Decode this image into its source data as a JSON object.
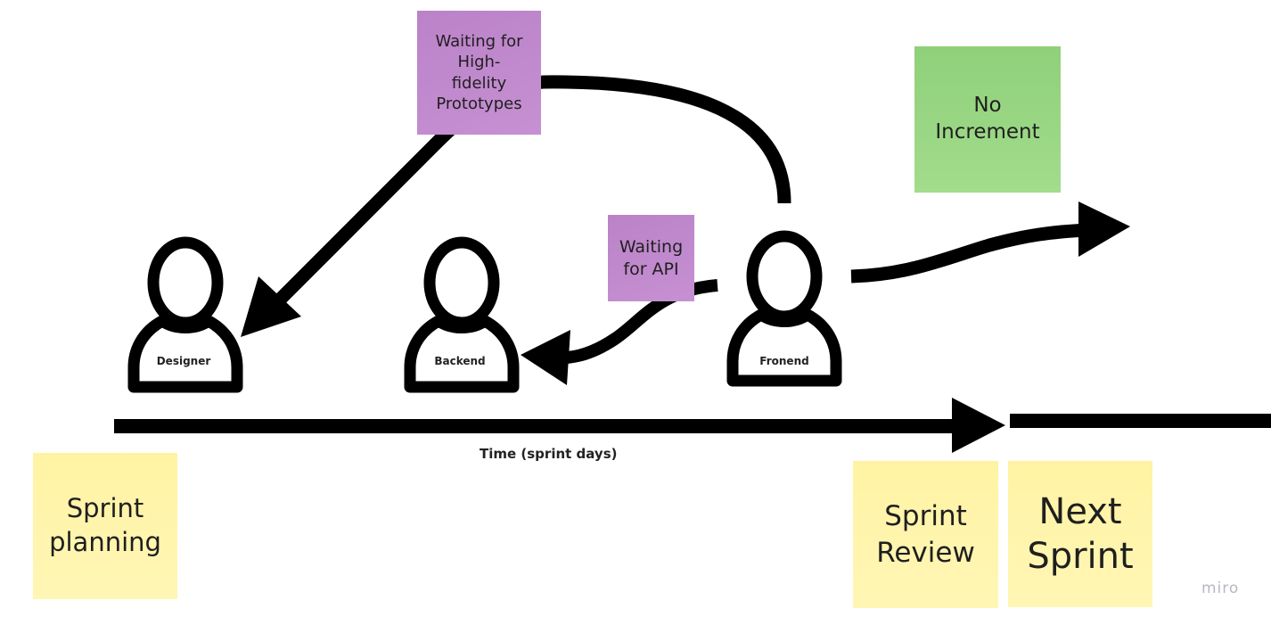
{
  "diagram": {
    "stickies": {
      "waiting_prototypes": {
        "text": "Waiting for\nHigh-\nfidelity\nPrototypes",
        "color": "#bf88cc"
      },
      "waiting_api": {
        "text": "Waiting\nfor API",
        "color": "#bf88cc"
      },
      "no_increment": {
        "text": "No\nIncrement",
        "color": "#97d57f"
      },
      "sprint_planning": {
        "text": "Sprint\nplanning",
        "color": "#fff4a8"
      },
      "sprint_review": {
        "text": "Sprint\nReview",
        "color": "#fff4a8"
      },
      "next_sprint": {
        "text": "Next\nSprint",
        "color": "#fff4a8"
      }
    },
    "people": {
      "designer": "Designer",
      "backend": "Backend",
      "frontend": "Fronend"
    },
    "timeline_label": "Time (sprint days)",
    "watermark": "miro"
  }
}
